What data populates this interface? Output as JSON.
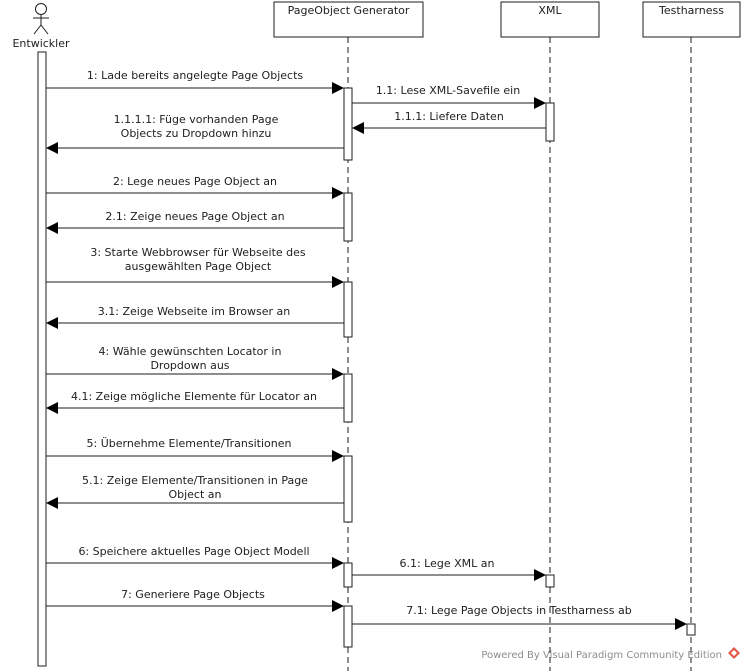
{
  "actor": {
    "name": "Entwickler"
  },
  "lifelines": {
    "generator": "PageObject Generator",
    "xml": "XML",
    "testharness": "Testharness"
  },
  "messages": [
    {
      "lines": [
        "1: Lade bereits angelegte Page Objects"
      ]
    },
    {
      "lines": [
        "1.1: Lese XML-Savefile ein"
      ]
    },
    {
      "lines": [
        "1.1.1: Liefere Daten"
      ]
    },
    {
      "lines": [
        "1.1.1.1: Füge vorhanden Page",
        "Objects  zu Dropdown hinzu"
      ]
    },
    {
      "lines": [
        "2: Lege neues Page Object an"
      ]
    },
    {
      "lines": [
        "2.1: Zeige neues Page Object an"
      ]
    },
    {
      "lines": [
        "3: Starte Webbrowser für Webseite des",
        "ausgewählten Page Object"
      ]
    },
    {
      "lines": [
        "3.1: Zeige Webseite im Browser an"
      ]
    },
    {
      "lines": [
        "4: Wähle gewünschten Locator in",
        "Dropdown aus"
      ]
    },
    {
      "lines": [
        "4.1: Zeige mögliche Elemente für Locator an"
      ]
    },
    {
      "lines": [
        "5: Übernehme Elemente/Transitionen"
      ]
    },
    {
      "lines": [
        "5.1: Zeige Elemente/Transitionen in Page",
        "Object an"
      ]
    },
    {
      "lines": [
        "6: Speichere aktuelles Page Object Modell"
      ]
    },
    {
      "lines": [
        "6.1: Lege XML an"
      ]
    },
    {
      "lines": [
        "7: Generiere Page Objects"
      ]
    },
    {
      "lines": [
        "7.1: Lege Page Objects in Testharness ab"
      ]
    }
  ],
  "watermark": "Powered By Visual Paradigm Community Edition"
}
